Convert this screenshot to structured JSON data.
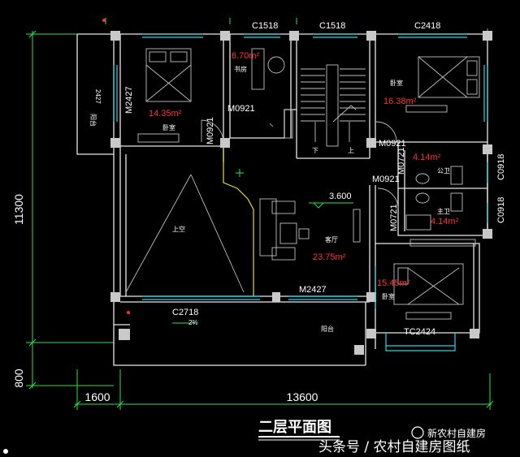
{
  "plan_title": "二层平面图",
  "watermark": {
    "main": "头条号 / 农村自建房图纸",
    "badge": "新农村自建房"
  },
  "dimensions": {
    "total_height": "11300",
    "bottom_height": "800",
    "left_width": "1600",
    "total_width": "13600"
  },
  "level": "3.600",
  "rooms": {
    "bedroom_left": {
      "name": "卧室",
      "area": "14.35m²",
      "door": "M0921",
      "window": "M2427"
    },
    "study": {
      "name": "书房",
      "area": "6.70m²",
      "window": "C1518"
    },
    "stair": {
      "window": "C1518",
      "down": "下",
      "up": "上"
    },
    "bedroom_right": {
      "name": "卧室",
      "area": "16.38m²",
      "window": "C2418",
      "door": "M0921"
    },
    "public_bath": {
      "name": "公卫",
      "area": "4.14m²",
      "door": "M0721"
    },
    "master_bath": {
      "name": "主卫",
      "area": "4.14m²",
      "door": "M0721"
    },
    "living": {
      "name": "客厅",
      "area": "23.75m²",
      "door": "M2427"
    },
    "void": {
      "name": "上空"
    },
    "balcony_top": {
      "name": "阳台",
      "width": "2427"
    },
    "balcony_bottom": {
      "name": "阳台"
    },
    "bedroom_master": {
      "name": "卧室",
      "area": "15.45m²",
      "window": "TC2424"
    },
    "side_windows": [
      "C0918",
      "C0918"
    ],
    "opening_c2718": "C2718",
    "slope": "2%",
    "left_door": "M0921",
    "center_door": "M0921"
  }
}
